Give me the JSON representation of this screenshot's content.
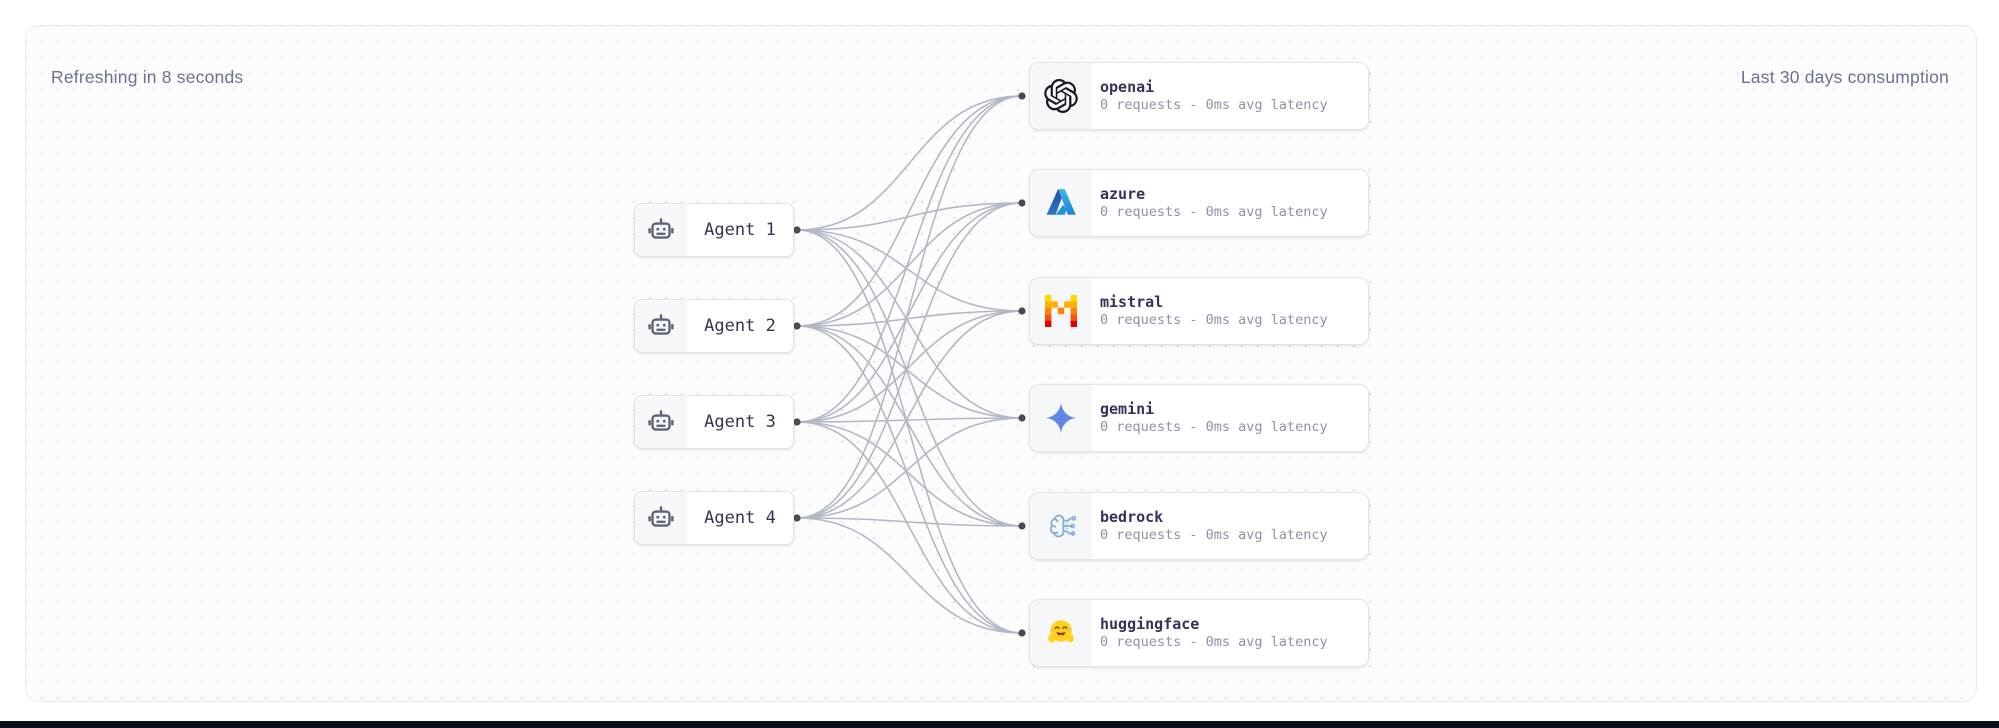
{
  "header": {
    "refreshing": "Refreshing in 8 seconds",
    "consumption": "Last 30 days consumption"
  },
  "agents": [
    {
      "label": "Agent 1"
    },
    {
      "label": "Agent 2"
    },
    {
      "label": "Agent 3"
    },
    {
      "label": "Agent 4"
    }
  ],
  "providers": [
    {
      "name": "openai",
      "stats": "0 requests - 0ms avg latency",
      "icon": "openai-icon"
    },
    {
      "name": "azure",
      "stats": "0 requests - 0ms avg latency",
      "icon": "azure-icon"
    },
    {
      "name": "mistral",
      "stats": "0 requests - 0ms avg latency",
      "icon": "mistral-icon"
    },
    {
      "name": "gemini",
      "stats": "0 requests - 0ms avg latency",
      "icon": "gemini-icon"
    },
    {
      "name": "bedrock",
      "stats": "0 requests - 0ms avg latency",
      "icon": "bedrock-icon"
    },
    {
      "name": "huggingface",
      "stats": "0 requests - 0ms avg latency",
      "icon": "huggingface-icon"
    }
  ],
  "colors": {
    "edge": "#b2b8c6",
    "handle": "#474a54",
    "node_title": "#34325a",
    "node_subtitle": "#8d92a6",
    "header_text": "#6d7190",
    "robot_icon": "#5d6478",
    "openai": "#191a23",
    "azure_dark": "#1b4f9c",
    "azure_light": "#39b5ec",
    "mistral_rows": [
      "#ffd800",
      "#ffaf00",
      "#ff8205",
      "#fa500f",
      "#e10500"
    ],
    "gemini": "#5f86e8",
    "bedrock": "#7fb0e0",
    "huggingface_yellow": "#ffd21e"
  }
}
